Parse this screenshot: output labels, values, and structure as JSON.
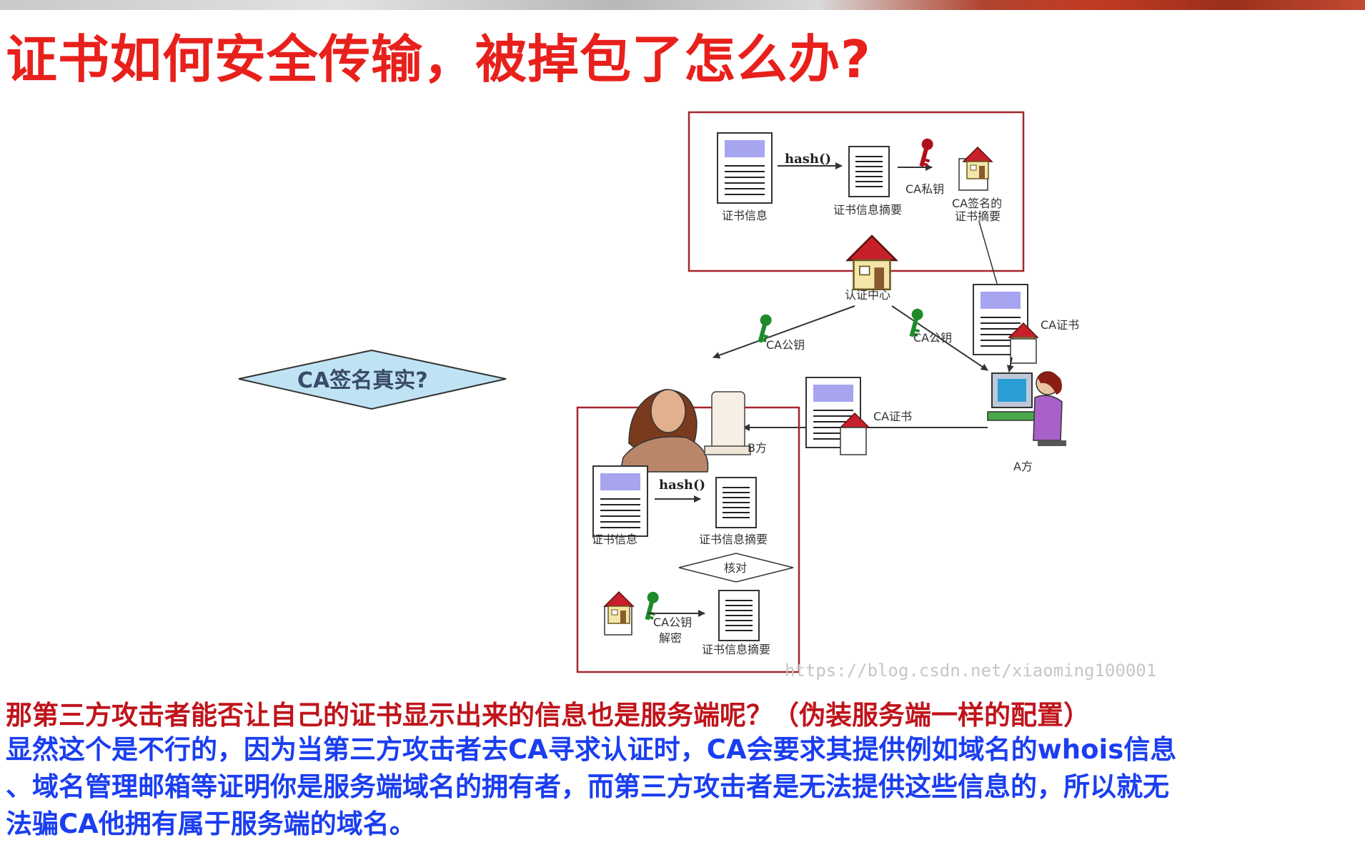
{
  "slide": {
    "title": "证书如何安全传输，被掉包了怎么办?",
    "watermark": "https://blog.csdn.net/xiaoming100001"
  },
  "diagram": {
    "question": "CA签名真实?",
    "top_box": {
      "cert_info": "证书信息",
      "hash": "hash()",
      "digest": "证书信息摘要",
      "ca_private_key": "CA私钥",
      "ca_signed_digest_line1": "CA签名的",
      "ca_signed_digest_line2": "证书摘要"
    },
    "ca_center": "认证中心",
    "ca_public_key_left": "CA公钥",
    "ca_public_key_right": "CA公钥",
    "ca_cert_right": "CA证书",
    "ca_cert_middle": "CA证书",
    "party_a": "A方",
    "party_b": "B方",
    "bottom_box": {
      "cert_info": "证书信息",
      "hash": "hash()",
      "digest": "证书信息摘要",
      "verify": "核对",
      "ca_public_key": "CA公钥",
      "decrypt": "解密",
      "digest2": "证书信息摘要"
    },
    "colors": {
      "box_border": "#a6262c",
      "key_red": "#b0101a",
      "key_green": "#1e8a2a",
      "house_roof": "#c8202a",
      "screen": "#a7a5f0",
      "diamond_fill": "#bfe3f3"
    }
  },
  "text": {
    "question_line": "那第三方攻击者能否让自己的证书显示出来的信息也是服务端呢？（伪装服务端一样的配置）",
    "answer_line1": "显然这个是不行的，因为当第三方攻击者去CA寻求认证时，CA会要求其提供例如域名的whois信息",
    "answer_line2": "、域名管理邮箱等证明你是服务端域名的拥有者，而第三方攻击者是无法提供这些信息的，所以就无",
    "answer_line3": "法骗CA他拥有属于服务端的域名。"
  }
}
